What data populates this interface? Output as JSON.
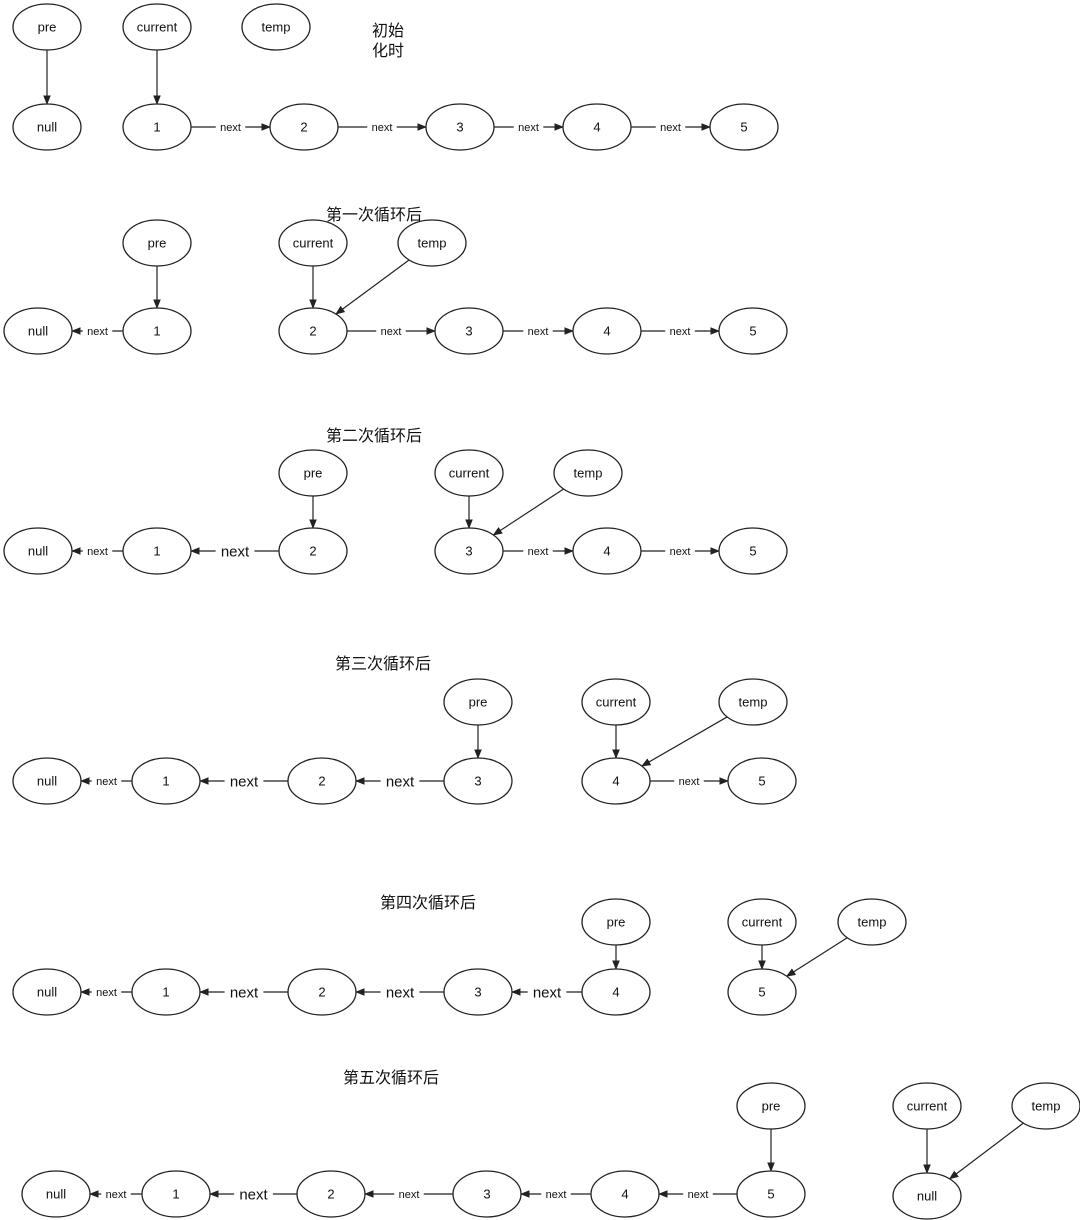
{
  "stages": [
    {
      "title": [
        "初始",
        "化时"
      ],
      "nodes": [
        {
          "id": "s0_pre",
          "label": "pre"
        },
        {
          "id": "s0_cur",
          "label": "current"
        },
        {
          "id": "s0_tmp",
          "label": "temp"
        },
        {
          "id": "s0_null",
          "label": "null"
        },
        {
          "id": "s0_1",
          "label": "1"
        },
        {
          "id": "s0_2",
          "label": "2"
        },
        {
          "id": "s0_3",
          "label": "3"
        },
        {
          "id": "s0_4",
          "label": "4"
        },
        {
          "id": "s0_5",
          "label": "5"
        }
      ],
      "edges": [
        {
          "from": "s0_pre",
          "to": "s0_null",
          "label": ""
        },
        {
          "from": "s0_cur",
          "to": "s0_1",
          "label": ""
        },
        {
          "from": "s0_1",
          "to": "s0_2",
          "label": "next"
        },
        {
          "from": "s0_2",
          "to": "s0_3",
          "label": "next"
        },
        {
          "from": "s0_3",
          "to": "s0_4",
          "label": "next"
        },
        {
          "from": "s0_4",
          "to": "s0_5",
          "label": "next"
        }
      ]
    },
    {
      "title": [
        "第一次循环后"
      ],
      "nodes": [
        {
          "id": "s1_pre",
          "label": "pre"
        },
        {
          "id": "s1_cur",
          "label": "current"
        },
        {
          "id": "s1_tmp",
          "label": "temp"
        },
        {
          "id": "s1_null",
          "label": "null"
        },
        {
          "id": "s1_1",
          "label": "1"
        },
        {
          "id": "s1_2",
          "label": "2"
        },
        {
          "id": "s1_3",
          "label": "3"
        },
        {
          "id": "s1_4",
          "label": "4"
        },
        {
          "id": "s1_5",
          "label": "5"
        }
      ],
      "edges": [
        {
          "from": "s1_pre",
          "to": "s1_1",
          "label": ""
        },
        {
          "from": "s1_cur",
          "to": "s1_2",
          "label": ""
        },
        {
          "from": "s1_tmp",
          "to": "s1_2",
          "label": ""
        },
        {
          "from": "s1_1",
          "to": "s1_null",
          "label": "next"
        },
        {
          "from": "s1_2",
          "to": "s1_3",
          "label": "next"
        },
        {
          "from": "s1_3",
          "to": "s1_4",
          "label": "next"
        },
        {
          "from": "s1_4",
          "to": "s1_5",
          "label": "next"
        }
      ]
    },
    {
      "title": [
        "第二次循环后"
      ],
      "nodes": [
        {
          "id": "s2_pre",
          "label": "pre"
        },
        {
          "id": "s2_cur",
          "label": "current"
        },
        {
          "id": "s2_tmp",
          "label": "temp"
        },
        {
          "id": "s2_null",
          "label": "null"
        },
        {
          "id": "s2_1",
          "label": "1"
        },
        {
          "id": "s2_2",
          "label": "2"
        },
        {
          "id": "s2_3",
          "label": "3"
        },
        {
          "id": "s2_4",
          "label": "4"
        },
        {
          "id": "s2_5",
          "label": "5"
        }
      ],
      "edges": [
        {
          "from": "s2_pre",
          "to": "s2_2",
          "label": ""
        },
        {
          "from": "s2_cur",
          "to": "s2_3",
          "label": ""
        },
        {
          "from": "s2_tmp",
          "to": "s2_3",
          "label": ""
        },
        {
          "from": "s2_1",
          "to": "s2_null",
          "label": "next"
        },
        {
          "from": "s2_2",
          "to": "s2_1",
          "label": "next"
        },
        {
          "from": "s2_3",
          "to": "s2_4",
          "label": "next"
        },
        {
          "from": "s2_4",
          "to": "s2_5",
          "label": "next"
        }
      ]
    },
    {
      "title": [
        "第三次循环后"
      ],
      "nodes": [
        {
          "id": "s3_pre",
          "label": "pre"
        },
        {
          "id": "s3_cur",
          "label": "current"
        },
        {
          "id": "s3_tmp",
          "label": "temp"
        },
        {
          "id": "s3_null",
          "label": "null"
        },
        {
          "id": "s3_1",
          "label": "1"
        },
        {
          "id": "s3_2",
          "label": "2"
        },
        {
          "id": "s3_3",
          "label": "3"
        },
        {
          "id": "s3_4",
          "label": "4"
        },
        {
          "id": "s3_5",
          "label": "5"
        }
      ],
      "edges": [
        {
          "from": "s3_pre",
          "to": "s3_3",
          "label": ""
        },
        {
          "from": "s3_cur",
          "to": "s3_4",
          "label": ""
        },
        {
          "from": "s3_tmp",
          "to": "s3_4",
          "label": ""
        },
        {
          "from": "s3_1",
          "to": "s3_null",
          "label": "next"
        },
        {
          "from": "s3_2",
          "to": "s3_1",
          "label": "next"
        },
        {
          "from": "s3_3",
          "to": "s3_2",
          "label": "next"
        },
        {
          "from": "s3_4",
          "to": "s3_5",
          "label": "next"
        }
      ]
    },
    {
      "title": [
        "第四次循环后"
      ],
      "nodes": [
        {
          "id": "s4_pre",
          "label": "pre"
        },
        {
          "id": "s4_cur",
          "label": "current"
        },
        {
          "id": "s4_tmp",
          "label": "temp"
        },
        {
          "id": "s4_null",
          "label": "null"
        },
        {
          "id": "s4_1",
          "label": "1"
        },
        {
          "id": "s4_2",
          "label": "2"
        },
        {
          "id": "s4_3",
          "label": "3"
        },
        {
          "id": "s4_4",
          "label": "4"
        },
        {
          "id": "s4_5",
          "label": "5"
        }
      ],
      "edges": [
        {
          "from": "s4_pre",
          "to": "s4_4",
          "label": ""
        },
        {
          "from": "s4_cur",
          "to": "s4_5",
          "label": ""
        },
        {
          "from": "s4_tmp",
          "to": "s4_5",
          "label": ""
        },
        {
          "from": "s4_1",
          "to": "s4_null",
          "label": "next"
        },
        {
          "from": "s4_2",
          "to": "s4_1",
          "label": "next"
        },
        {
          "from": "s4_3",
          "to": "s4_2",
          "label": "next"
        },
        {
          "from": "s4_4",
          "to": "s4_3",
          "label": "next"
        }
      ]
    },
    {
      "title": [
        "第五次循环后"
      ],
      "nodes": [
        {
          "id": "s5_pre",
          "label": "pre"
        },
        {
          "id": "s5_cur",
          "label": "current"
        },
        {
          "id": "s5_tmp",
          "label": "temp"
        },
        {
          "id": "s5_null",
          "label": "null"
        },
        {
          "id": "s5_1",
          "label": "1"
        },
        {
          "id": "s5_2",
          "label": "2"
        },
        {
          "id": "s5_3",
          "label": "3"
        },
        {
          "id": "s5_4",
          "label": "4"
        },
        {
          "id": "s5_5",
          "label": "5"
        },
        {
          "id": "s5_null2",
          "label": "null"
        }
      ],
      "edges": [
        {
          "from": "s5_pre",
          "to": "s5_5",
          "label": ""
        },
        {
          "from": "s5_cur",
          "to": "s5_null2",
          "label": ""
        },
        {
          "from": "s5_tmp",
          "to": "s5_null2",
          "label": ""
        },
        {
          "from": "s5_1",
          "to": "s5_null",
          "label": "next"
        },
        {
          "from": "s5_2",
          "to": "s5_1",
          "label": "next"
        },
        {
          "from": "s5_3",
          "to": "s5_2",
          "label": "next"
        },
        {
          "from": "s5_4",
          "to": "s5_3",
          "label": "next"
        },
        {
          "from": "s5_5",
          "to": "s5_4",
          "label": "next"
        }
      ]
    }
  ]
}
